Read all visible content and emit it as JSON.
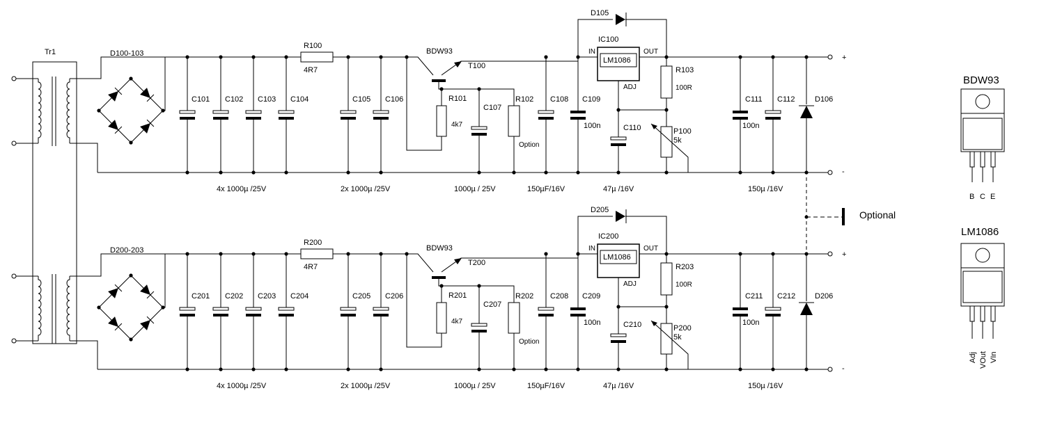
{
  "transformer": {
    "label": "Tr1"
  },
  "bridges": [
    "D100-103",
    "D200-203"
  ],
  "channels": [
    {
      "caps_a": [
        "C101",
        "C102",
        "C103",
        "C104"
      ],
      "cap_group_a_note": "4x 1000µ /25V",
      "series_resistor": "R100",
      "series_resistor_value": "4R7",
      "caps_b": [
        "C105",
        "C106"
      ],
      "cap_group_b_note": "2x 1000µ /25V",
      "transistor_type": "BDW93",
      "transistor": "T100",
      "base_resistor": "R101",
      "base_resistor_value": "4k7",
      "base_cap": "C107",
      "base_cap_note": "1000µ / 25V",
      "option_resistor": "R102",
      "option_text": "Option",
      "input_cap": "C108",
      "input_cap_note": "150µF/16V",
      "input_cap_b": "C109",
      "input_cap_b_value": "100n",
      "regulator": "IC100",
      "regulator_type": "LM1086",
      "pin_in": "IN",
      "pin_out": "OUT",
      "pin_adj": "ADJ",
      "protection_diode": "D105",
      "adj_resistor": "R103",
      "adj_resistor_value": "100R",
      "adj_cap": "C110",
      "adj_cap_note": "47µ /16V",
      "pot": "P100",
      "pot_value": "5k",
      "out_cap_a": "C111",
      "out_cap_a_value": "100n",
      "out_cap_b": "C112",
      "out_cap_note": "150µ /16V",
      "out_diode": "D106",
      "plus": "+",
      "minus": "-"
    },
    {
      "caps_a": [
        "C201",
        "C202",
        "C203",
        "C204"
      ],
      "cap_group_a_note": "4x 1000µ /25V",
      "series_resistor": "R200",
      "series_resistor_value": "4R7",
      "caps_b": [
        "C205",
        "C206"
      ],
      "cap_group_b_note": "2x 1000µ /25V",
      "transistor_type": "BDW93",
      "transistor": "T200",
      "base_resistor": "R201",
      "base_resistor_value": "4k7",
      "base_cap": "C207",
      "base_cap_note": "1000µ / 25V",
      "option_resistor": "R202",
      "option_text": "Option",
      "input_cap": "C208",
      "input_cap_note": "150µF/16V",
      "input_cap_b": "C209",
      "input_cap_b_value": "100n",
      "regulator": "IC200",
      "regulator_type": "LM1086",
      "pin_in": "IN",
      "pin_out": "OUT",
      "pin_adj": "ADJ",
      "protection_diode": "D205",
      "adj_resistor": "R203",
      "adj_resistor_value": "100R",
      "adj_cap": "C210",
      "adj_cap_note": "47µ /16V",
      "pot": "P200",
      "pot_value": "5k",
      "out_cap_a": "C211",
      "out_cap_a_value": "100n",
      "out_cap_b": "C212",
      "out_cap_note": "150µ /16V",
      "out_diode": "D206",
      "plus": "+",
      "minus": "-"
    }
  ],
  "optional_link": "Optional",
  "packages": [
    {
      "name": "BDW93",
      "pins": [
        "B",
        "C",
        "E"
      ]
    },
    {
      "name": "LM1086",
      "pins": [
        "Adj",
        "VOut",
        "VIn"
      ]
    }
  ]
}
